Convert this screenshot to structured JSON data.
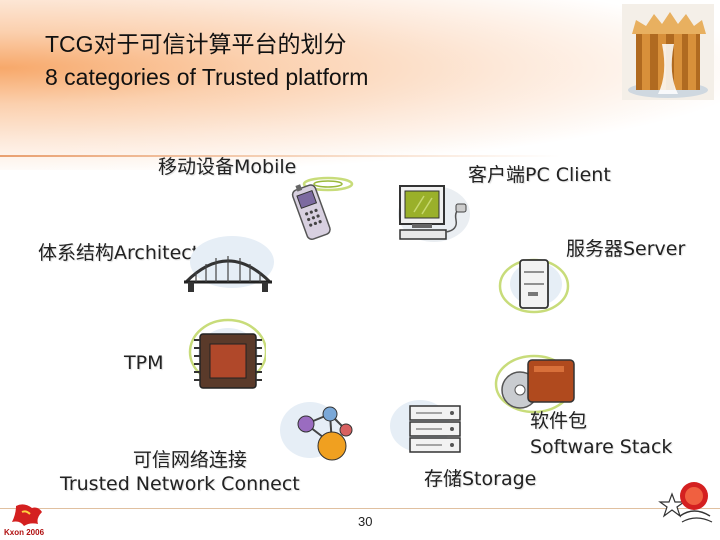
{
  "title": {
    "line1": "TCG对于可信计算平台的划分",
    "line2": "8 categories of Trusted platform"
  },
  "categories": {
    "mobile": "移动设备Mobile",
    "pc_client": "客户端PC Client",
    "architecture": "体系结构Architecture",
    "server": "服务器Server",
    "tpm": "TPM",
    "software_stack_line1": "软件包",
    "software_stack_line2": "Software Stack",
    "network_line1": "可信网络连接",
    "network_line2": "Trusted Network Connect",
    "storage": "存储Storage"
  },
  "footer": {
    "page_number": "30",
    "logo_text": "Kxon 2006"
  },
  "colors": {
    "accent": "#f08a4a",
    "title": "#111111"
  }
}
